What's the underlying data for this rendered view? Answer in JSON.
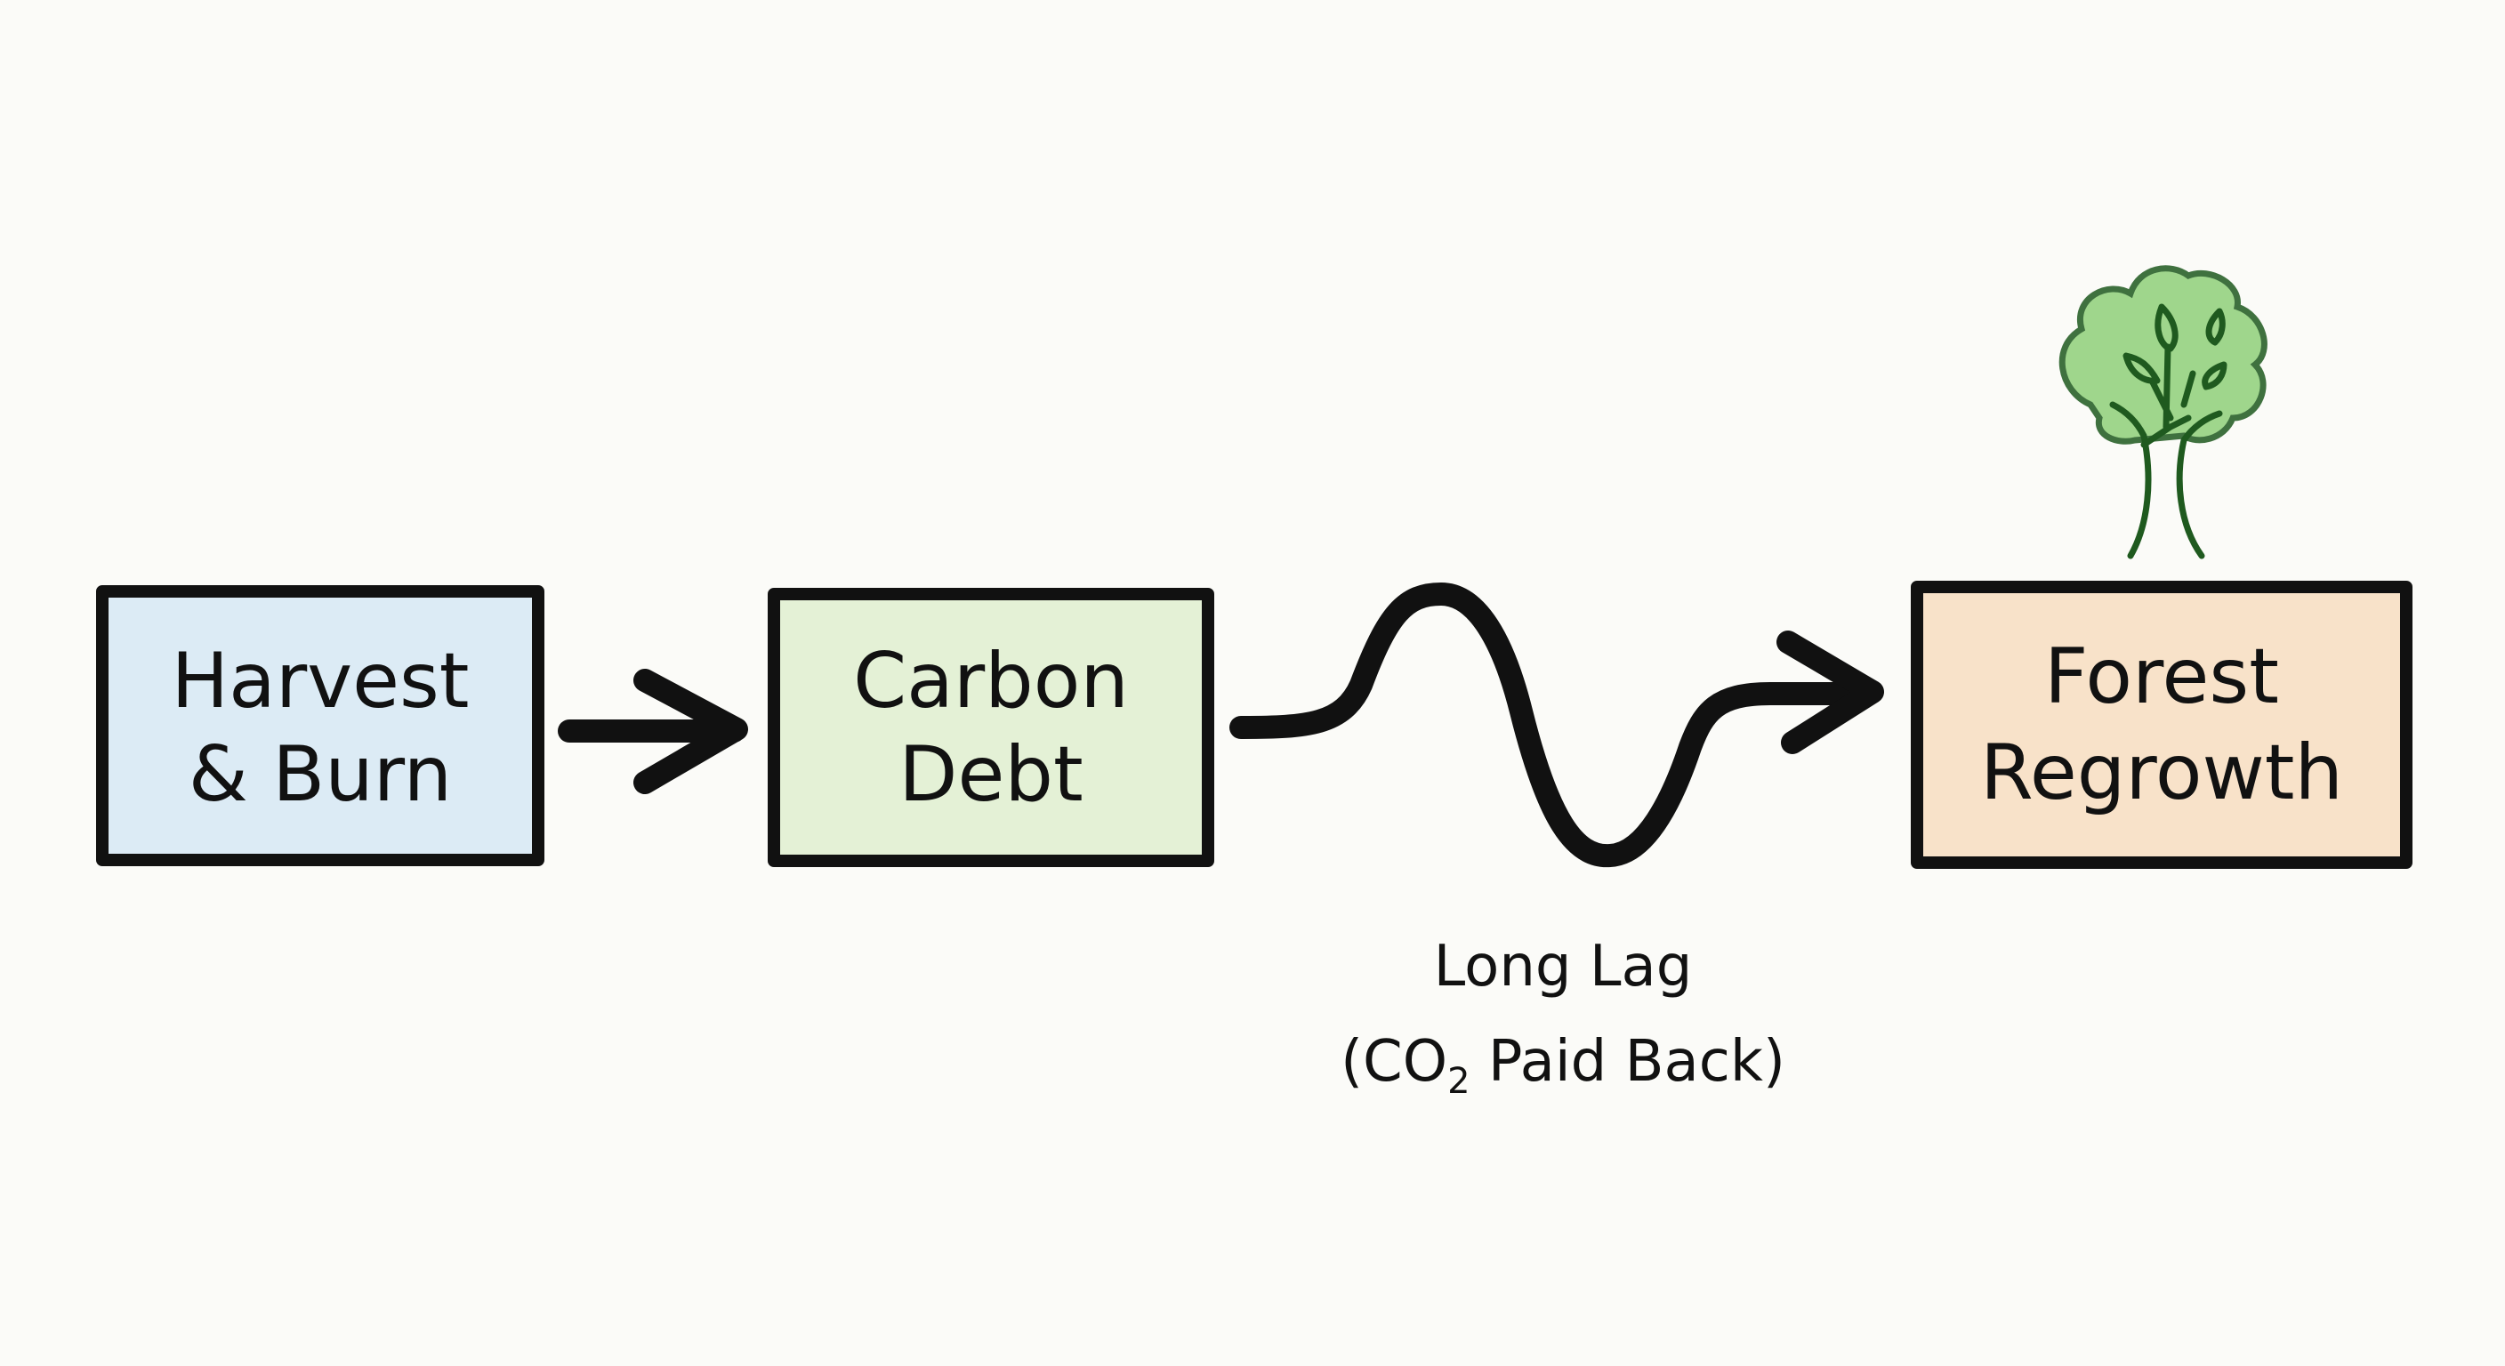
{
  "steps": [
    {
      "line1": "Harvest",
      "line2": "& Burn",
      "color": "#dcebf5"
    },
    {
      "line1": "Carbon",
      "line2": "Debt",
      "color": "#e4f1d6"
    },
    {
      "line1": "Forest",
      "line2": "Regrowth",
      "color": "#f8e2c9"
    }
  ],
  "lag": {
    "line1": "Long Lag",
    "line2_prefix": "(CO",
    "line2_sub": "2",
    "line2_suffix": " Paid Back)"
  },
  "icons": {
    "tree": "tree-icon"
  },
  "colors": {
    "ink": "#111111",
    "tree_fill": "#8fd07a",
    "tree_line": "#1f5a1f"
  }
}
